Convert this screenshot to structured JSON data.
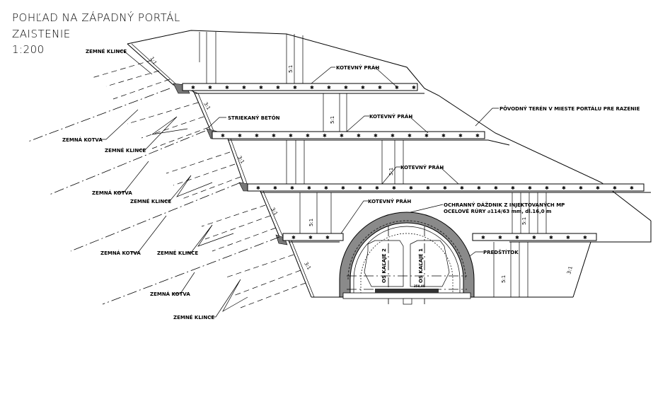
{
  "title": {
    "line1": "POHĽAD NA ZÁPADNÝ PORTÁL",
    "line2": "ZAISTENIE",
    "scale": "1:200"
  },
  "labels": {
    "soil_nails": "ZEMNÉ KLINCE",
    "ground_anchor": "ZEMNÁ KOTVA",
    "anchor_beam": "KOTEVNÝ PRÁH",
    "shotcrete": "STRIEKANÝ BETÓN",
    "original_terrain": "PÔVODNÝ TERÉN V MIESTE PORTÁLU PRE RAZENIE",
    "umbrella_line1": "OCHRANNÝ DÁŽDNIK Z INJEKTOVANÝCH MP",
    "umbrella_line2": "OCELOVÉ RÚRY ⌀114/63 mm, dl.16,0 m",
    "canopy": "PREDŠTÍTOK",
    "track2_axis": "OS KAĽAJE 2",
    "track1_axis": "OS KAĽAJE 1",
    "track_level": "358,40"
  },
  "ratios": {
    "r11": "1:1",
    "r51": "5:1",
    "r31": "3:1"
  }
}
